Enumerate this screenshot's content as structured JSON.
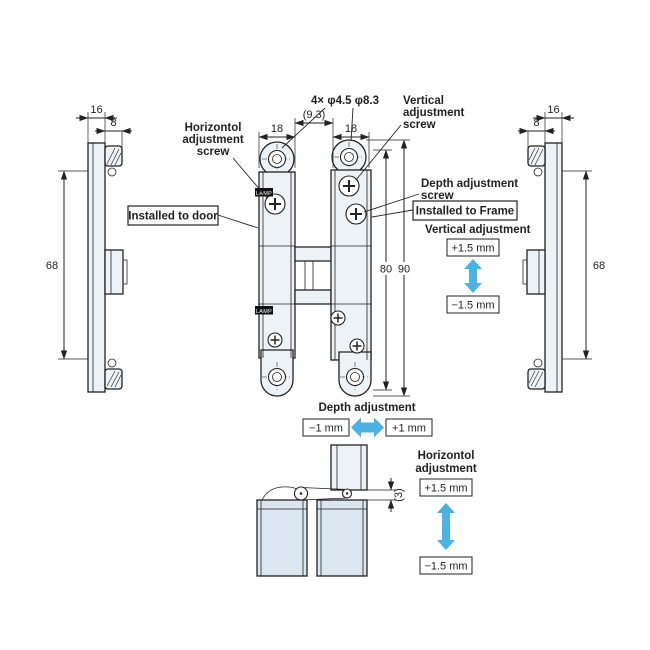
{
  "brand": "LAMP",
  "callouts": {
    "horizontal_adjustment_screw": [
      "Horizontol",
      "adjustment",
      "screw"
    ],
    "vertical_adjustment_screw": [
      "Vertical",
      "adjustment",
      "screw"
    ],
    "depth_adjustment_screw": [
      "Depth adjustment",
      "screw"
    ],
    "installed_to_door": "Installed to door",
    "installed_to_frame": "Installed to Frame"
  },
  "dimensions": {
    "left_view": {
      "width": "16",
      "depth": "8",
      "height": "68"
    },
    "front_view": {
      "hole_spec": "4× φ4.5 φ8.3",
      "left_width": "18",
      "gap": "(9.3)",
      "right_width": "18",
      "inner_height": "80",
      "overall_height": "90"
    },
    "right_view": {
      "width": "16",
      "depth": "8",
      "height": "68"
    },
    "top_view": {
      "clearance": "(3)"
    }
  },
  "adjustments": {
    "vertical": {
      "title": "Vertical adjustment",
      "plus": "+1.5 mm",
      "minus": "−1.5 mm"
    },
    "depth": {
      "title": "Depth adjustment",
      "minus": "−1 mm",
      "plus": "+1 mm"
    },
    "horizontal": {
      "title": [
        "Horizontol",
        "adjustment"
      ],
      "plus": "+1.5 mm",
      "minus": "−1.5 mm"
    }
  },
  "colors": {
    "line": "#222222",
    "accent_blue": "#4ab3e4",
    "part_fill": "#edf2f7",
    "block_fill": "#dce6f0"
  }
}
